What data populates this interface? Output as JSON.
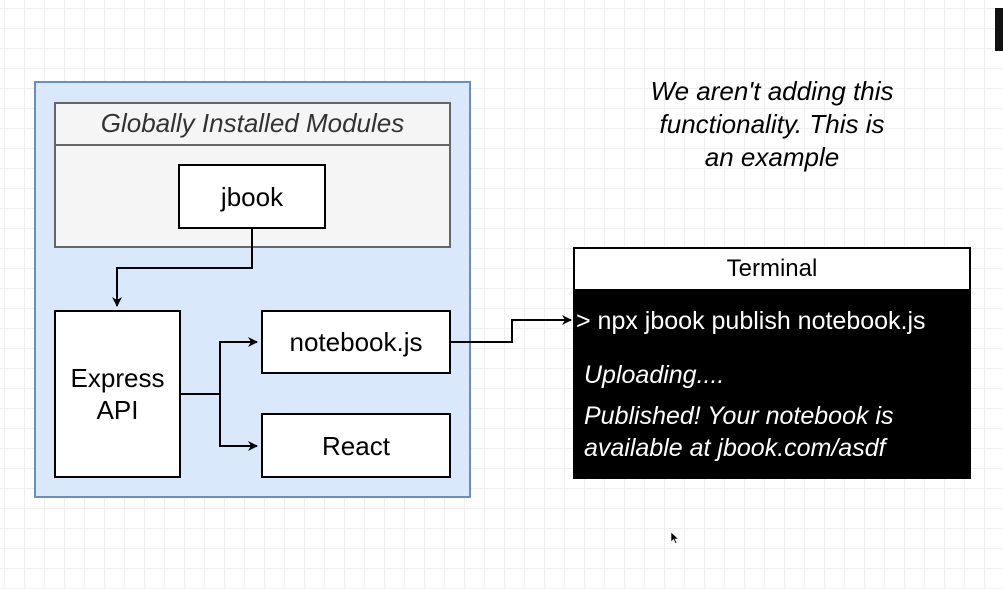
{
  "diagram": {
    "modules_group": {
      "title": "Globally Installed Modules"
    },
    "nodes": {
      "jbook": "jbook",
      "express_line1": "Express",
      "express_line2": "API",
      "notebook": "notebook.js",
      "react": "React"
    },
    "note": {
      "line1": "We aren't adding this",
      "line2": "functionality. This is",
      "line3": "an example"
    },
    "terminal": {
      "title": "Terminal",
      "command": "> npx jbook publish notebook.js",
      "uploading": "Uploading....",
      "published_line1": "Published! Your notebook is",
      "published_line2": "available at jbook.com/asdf"
    },
    "colors": {
      "container_fill": "#dae8fc",
      "container_stroke": "#6c8ebf",
      "group_fill": "#f5f5f5",
      "group_stroke": "#666666",
      "terminal_bg": "#000000",
      "terminal_text": "#ffffff"
    }
  }
}
